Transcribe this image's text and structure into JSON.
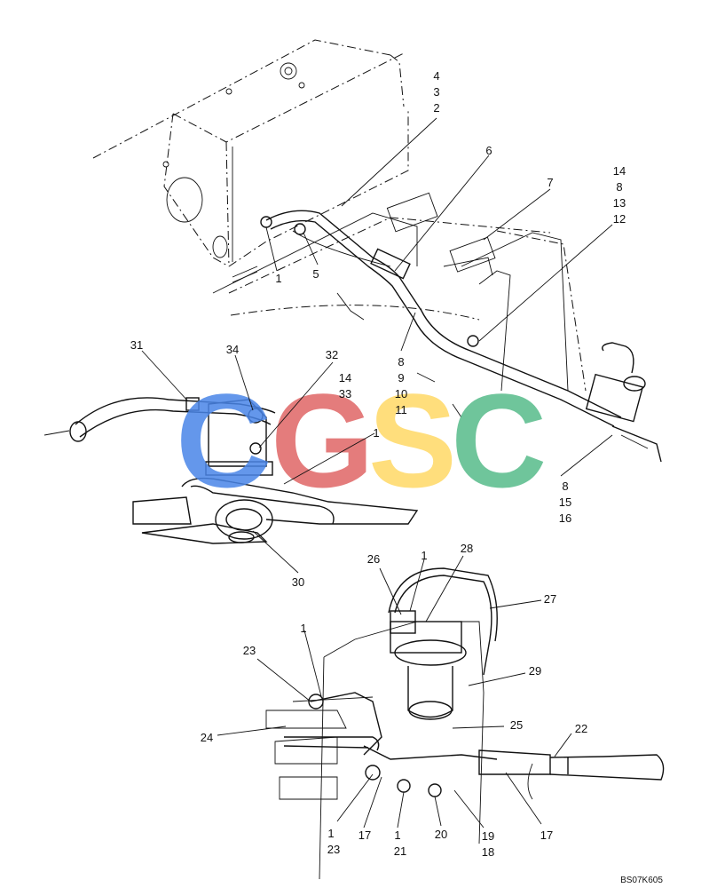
{
  "callouts": {
    "top": [
      "4",
      "3",
      "2",
      "6",
      "7",
      "14",
      "8",
      "13",
      "12",
      "1",
      "5",
      "8",
      "9",
      "10",
      "11",
      "8",
      "15",
      "16"
    ],
    "middle": [
      "31",
      "34",
      "32",
      "14",
      "33",
      "1",
      "30"
    ],
    "bottom": [
      "1",
      "28",
      "26",
      "27",
      "1",
      "23",
      "29",
      "24",
      "25",
      "22",
      "1",
      "23",
      "17",
      "1",
      "21",
      "20",
      "19",
      "18",
      "17"
    ]
  },
  "watermark": {
    "letters": [
      "C",
      "G",
      "S",
      "C"
    ],
    "colors": [
      "#4a86e8",
      "#e06666",
      "#ffd966",
      "#57bb8a"
    ]
  },
  "drawing_code": "BS07K605"
}
